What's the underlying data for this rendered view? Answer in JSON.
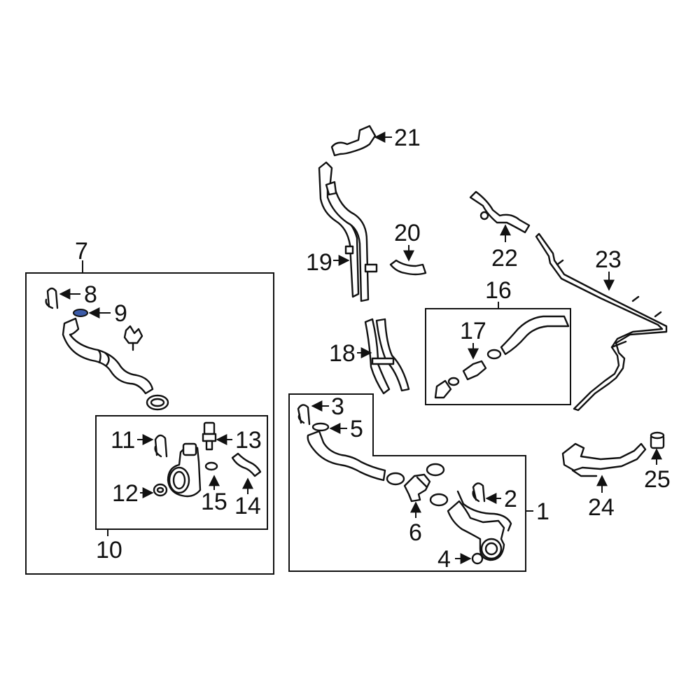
{
  "callouts": {
    "c1": "1",
    "c2": "2",
    "c3": "3",
    "c4": "4",
    "c5": "5",
    "c6": "6",
    "c7": "7",
    "c8": "8",
    "c9": "9",
    "c10": "10",
    "c11": "11",
    "c12": "12",
    "c13": "13",
    "c14": "14",
    "c15": "15",
    "c16": "16",
    "c17": "17",
    "c18": "18",
    "c19": "19",
    "c20": "20",
    "c21": "21",
    "c22": "22",
    "c23": "23",
    "c24": "24",
    "c25": "25"
  },
  "colors": {
    "line": "#111111",
    "background": "#ffffff",
    "highlighted_part": "#3b5ba8"
  },
  "highlighted_callout": "9"
}
